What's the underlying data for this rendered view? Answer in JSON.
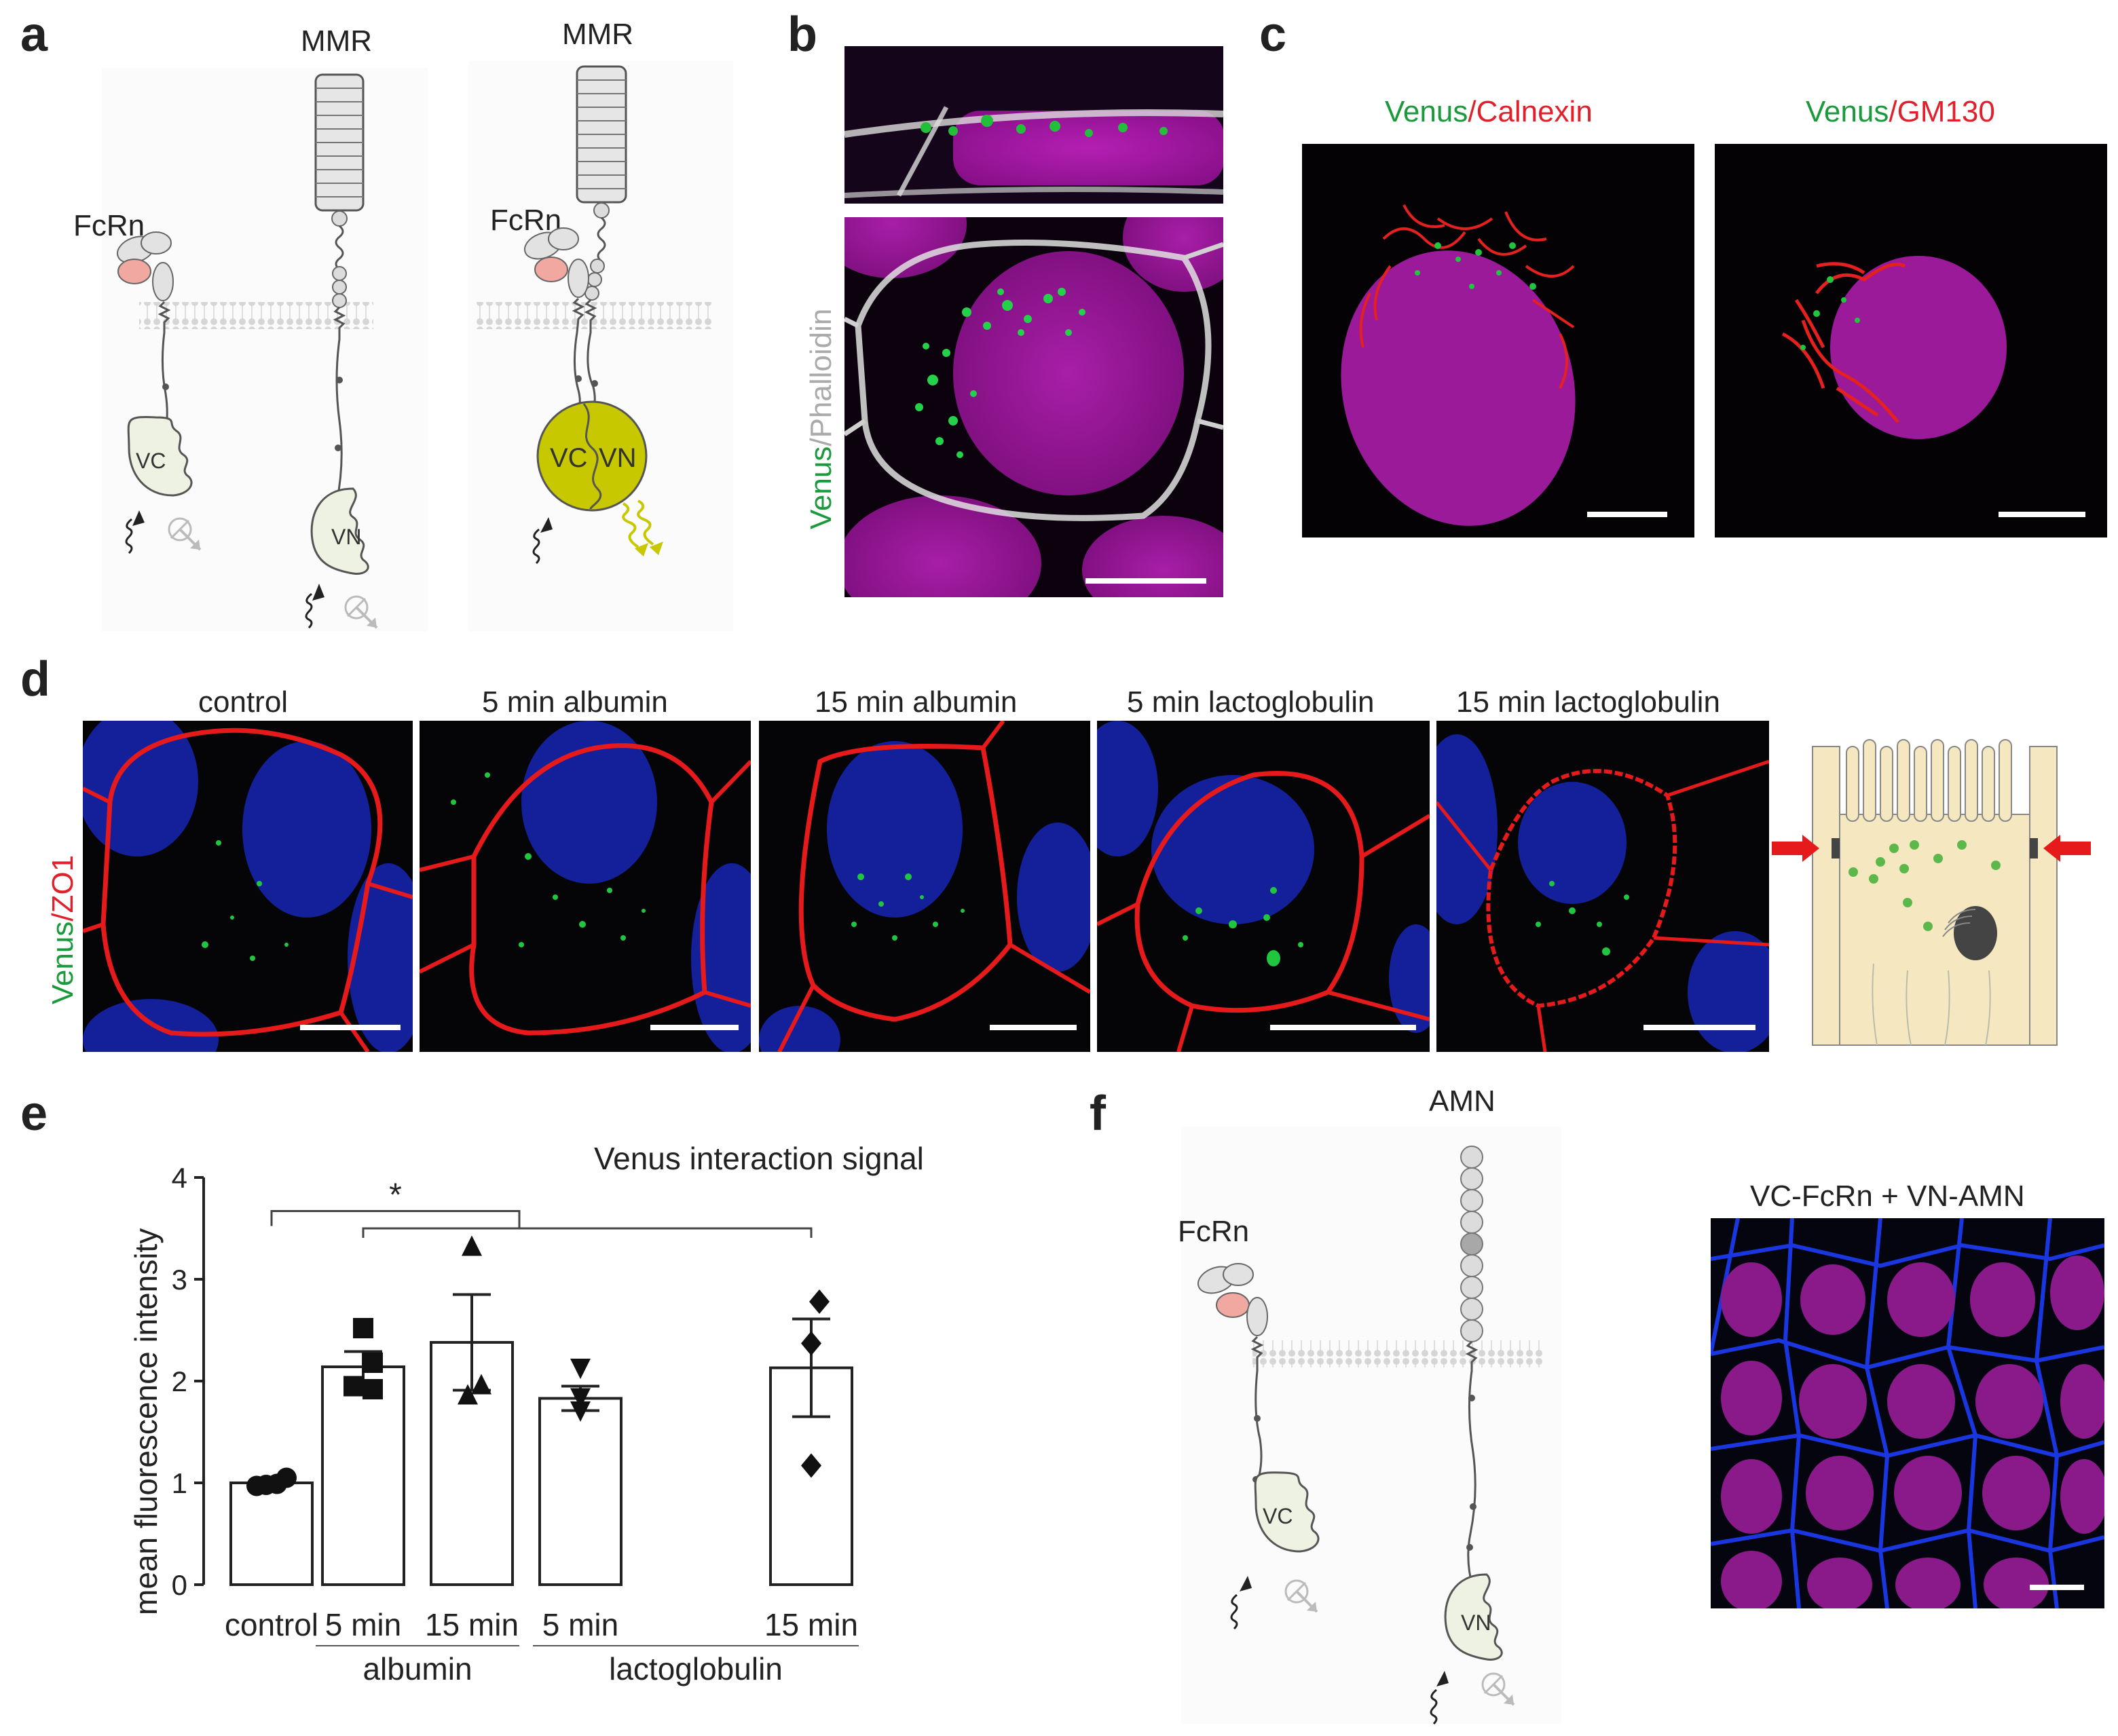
{
  "panel_labels": {
    "a": "a",
    "b": "b",
    "c": "c",
    "d": "d",
    "e": "e",
    "f": "f"
  },
  "panel_a": {
    "mmr_left": "MMR",
    "mmr_right": "MMR",
    "fcrn_left": "FcRn",
    "fcrn_right": "FcRn",
    "vc": "VC",
    "vn": "VN",
    "vc_fused": "VC",
    "vn_fused": "VN",
    "colors": {
      "venus_fused": "#c8c800",
      "fragment_fill": "#eef2e2",
      "membrane": "#cfcfcf",
      "fcrn_accent": "#f0a8a0"
    }
  },
  "panel_b": {
    "label_venus": "Venus",
    "label_sep": "/",
    "label_phalloidin": "Phalloidin"
  },
  "panel_c": {
    "left": {
      "green": "Venus",
      "sep": "/",
      "red": "Calnexin"
    },
    "right": {
      "green": "Venus",
      "sep": "/",
      "red": "GM130"
    }
  },
  "panel_d": {
    "side_label": {
      "green": "Venus",
      "sep": "/",
      "red": "ZO1"
    },
    "conditions": [
      "control",
      "5 min albumin",
      "15 min albumin",
      "5 min lactoglobulin",
      "15 min lactoglobulin"
    ]
  },
  "panel_f": {
    "amn": "AMN",
    "fcrn": "FcRn",
    "vc": "VC",
    "vn": "VN",
    "image_title": "VC-FcRn + VN-AMN"
  },
  "chart_data": {
    "type": "bar",
    "title": "Venus interaction signal",
    "ylabel": "mean fluorescence intensity",
    "ylim": [
      0,
      4
    ],
    "yticks": [
      "0",
      "1",
      "2",
      "3",
      "4"
    ],
    "categories": [
      "control",
      "5 min",
      "15 min",
      "5 min",
      "15 min"
    ],
    "group_labels": [
      {
        "label": "albumin",
        "categories": [
          1,
          2
        ]
      },
      {
        "label": "lactoglobulin",
        "categories": [
          3,
          4
        ]
      }
    ],
    "values": [
      1.0,
      2.14,
      2.38,
      1.83,
      2.13
    ],
    "sem": [
      0.02,
      0.15,
      0.47,
      0.12,
      0.48
    ],
    "points": [
      [
        0.97,
        0.98,
        0.99,
        1.05
      ],
      [
        2.52,
        2.18,
        1.95,
        1.92
      ],
      [
        3.33,
        1.97,
        1.87
      ],
      [
        2.12,
        1.83,
        1.7
      ],
      [
        2.78,
        2.37,
        1.17
      ]
    ],
    "markers": [
      "circle",
      "square",
      "triangle-up",
      "triangle-down",
      "diamond"
    ],
    "significance": "*",
    "grid": false
  }
}
